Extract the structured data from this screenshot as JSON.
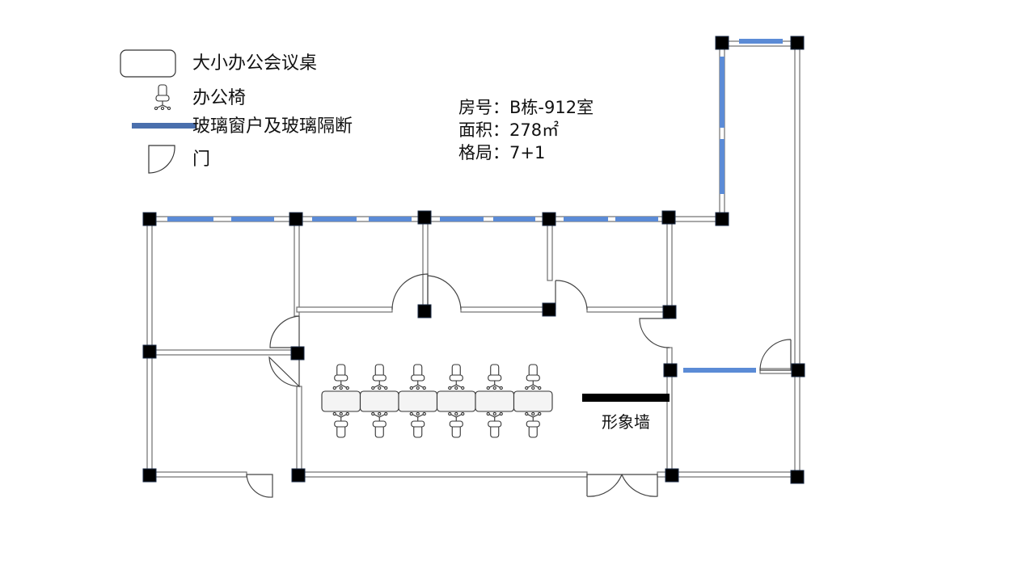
{
  "legend": {
    "table_label": "大小办公会议桌",
    "chair_label": "办公椅",
    "glass_label": "玻璃窗户及玻璃隔断",
    "door_label": "门"
  },
  "info": {
    "room_key": "房号：",
    "room_val": "B栋-912室",
    "area_key": "面积：",
    "area_val": "278㎡",
    "layout_key": "格局：",
    "layout_val": "7+1"
  },
  "image_wall_label": "形象墙",
  "colors": {
    "wall": "#6e6e6e",
    "glass": "#5b8bd6",
    "column": "#000000",
    "table_fill": "#f4f4f4",
    "image_wall": "#000000"
  },
  "conference": {
    "tables": 6,
    "chairs_per_side": 6
  }
}
